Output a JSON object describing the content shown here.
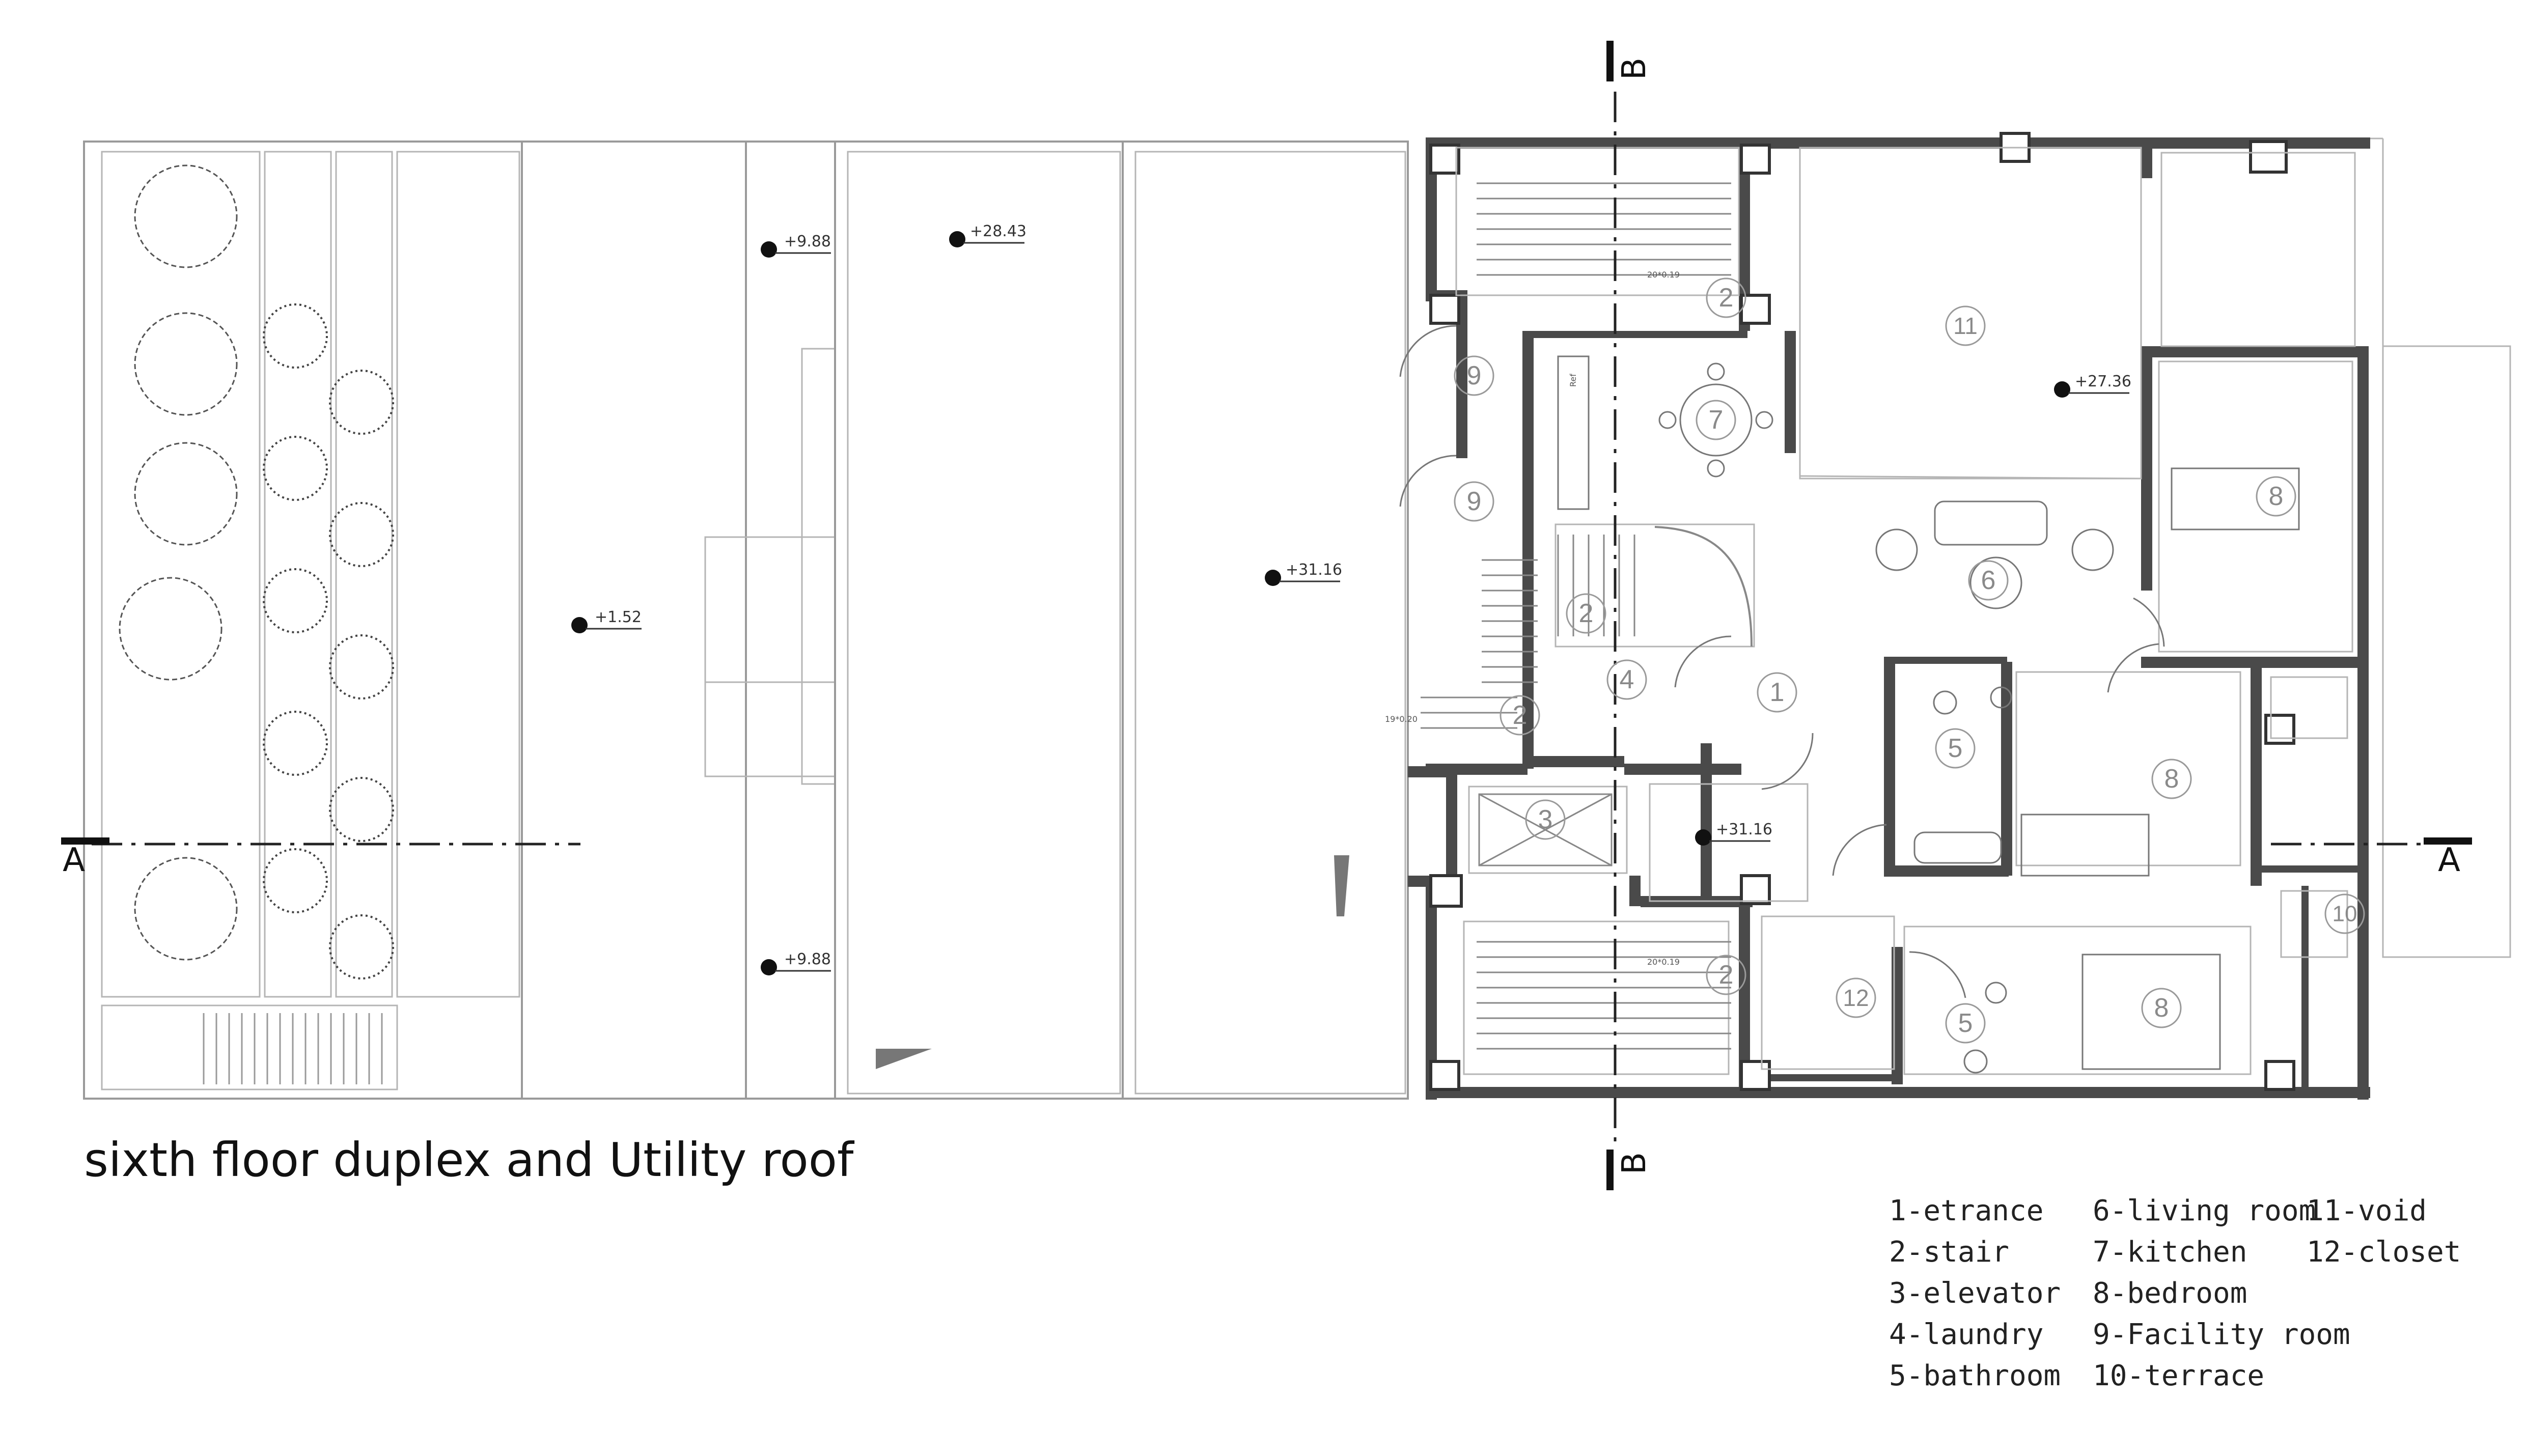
{
  "title": "sixth floor duplex and Utility roof",
  "section_markers": {
    "a": "A",
    "b": "B"
  },
  "elevations": {
    "roof_1": "+1.52",
    "roof_2": "+9.88",
    "roof_3": "+28.43",
    "roof_4": "+31.16",
    "roof_5": "+9.88",
    "void": "+27.36",
    "entry": "+31.16"
  },
  "stair_notes": {
    "upper": "20*0.19",
    "lower": "20*0.19",
    "side": "19*0.20"
  },
  "fixture_labels": {
    "refrigerator": "Ref"
  },
  "room_numbers": [
    "1",
    "2",
    "3",
    "4",
    "5",
    "6",
    "7",
    "8",
    "9",
    "10",
    "11",
    "12"
  ],
  "legend": {
    "col1": [
      "1-etrance",
      "2-stair",
      "3-elevator",
      "4-laundry",
      "5-bathroom"
    ],
    "col2": [
      "6-living room",
      "7-kitchen",
      "8-bedroom",
      "9-Facility room",
      "10-terrace"
    ],
    "col3": [
      "11-void",
      "12-closet"
    ]
  }
}
